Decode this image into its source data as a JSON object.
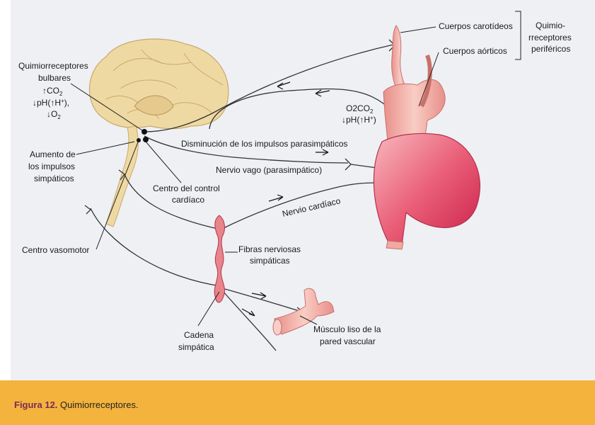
{
  "labels": {
    "quimiorreceptores_bulbares": "Quimiorreceptores",
    "bulbares": "bulbares",
    "co2_line": "↑CO",
    "co2_sub": "2",
    "ph_line": "↓pH(↑H",
    "ph_plus": "+",
    "ph_tail": "),",
    "o2_line": "↓O",
    "o2_sub": "2",
    "aumento_1": "Aumento de",
    "aumento_2": "los impulsos",
    "aumento_3": "simpáticos",
    "centro_vasomotor": "Centro vasomotor",
    "centro_control_1": "Centro del control",
    "centro_control_2": "cardíaco",
    "cuerpos_carotideos": "Cuerpos carotídeos",
    "cuerpos_aorticos": "Cuerpos aórticos",
    "quimio_1": "Quimio-",
    "quimio_2": "rreceptores",
    "quimio_3": "periféricos",
    "heart_o2": "O2CO",
    "heart_o2_sub": "2",
    "heart_ph": "↓pH(↑H",
    "heart_ph_plus": "+",
    "heart_ph_tail": ")",
    "disminucion": "Disminución de los impulsos parasimpáticos",
    "nervio_vago": "Nervio vago (parasimpático)",
    "nervio_cardiaco": "Nervio cardíaco",
    "fibras_1": "Fibras nerviosas",
    "fibras_2": "simpáticas",
    "cadena_1": "Cadena",
    "cadena_2": "simpática",
    "musculo_1": "Músculo liso de la",
    "musculo_2": "pared vascular"
  },
  "caption": {
    "label": "Figura 12.",
    "text": " Quimiorreceptores."
  },
  "colors": {
    "panel": "#eef0f4",
    "caption_bar": "#f3b33d",
    "caption_label": "#7a2a55",
    "brain": "#efd9a3",
    "heart": "#e9546f",
    "vessel": "#f0a9a0"
  }
}
